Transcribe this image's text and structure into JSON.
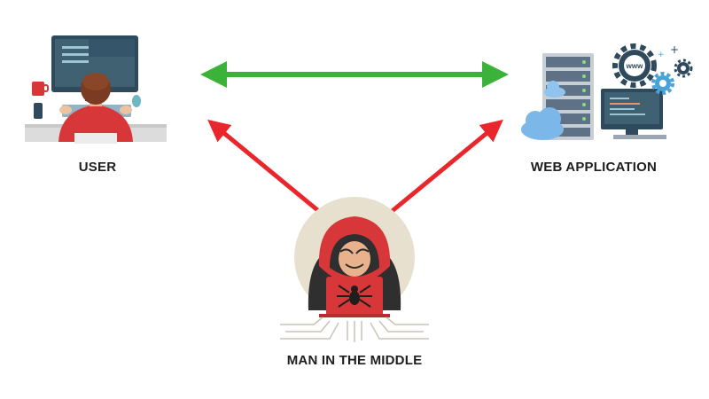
{
  "nodes": {
    "user": {
      "label": "USER"
    },
    "web_application": {
      "label": "WEB APPLICATION",
      "screen_text": "www"
    },
    "attacker": {
      "label": "MAN IN THE MIDDLE"
    }
  },
  "edges": [
    {
      "from": "user",
      "to": "web_application",
      "direction": "both",
      "color": "#3bb33b"
    },
    {
      "from": "attacker",
      "to": "user",
      "direction": "forward",
      "color": "#e8262b"
    },
    {
      "from": "attacker",
      "to": "web_application",
      "direction": "forward",
      "color": "#e8262b"
    }
  ],
  "colors": {
    "secure_link": "#3bb33b",
    "attack_link": "#e8262b",
    "hood": "#d8373a",
    "monitor": "#2e4a5c",
    "server": "#c7ced6",
    "cloud": "#7cb7ea"
  },
  "icons": [
    "user-at-computer-icon",
    "server-rack-icon",
    "cloud-icon",
    "gear-icon",
    "hacker-icon",
    "spider-icon",
    "circuit-lines-icon"
  ]
}
